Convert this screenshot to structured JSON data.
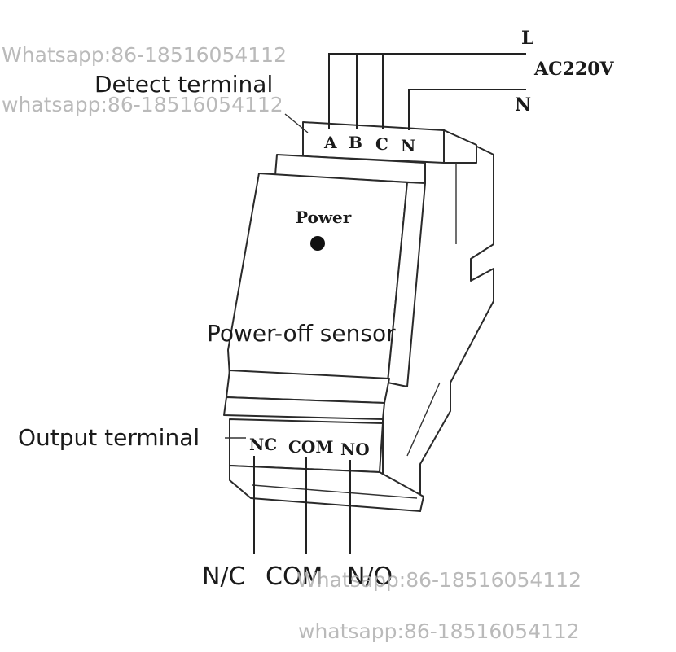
{
  "labels": {
    "detect_terminal": "Detect terminal",
    "power_off_sensor": "Power-off sensor",
    "output_terminal": "Output terminal",
    "power": "Power",
    "supply_L": "L",
    "supply_voltage": "AC220V",
    "supply_N": "N"
  },
  "input_terminals": [
    "A",
    "B",
    "C",
    "N"
  ],
  "output_terminals": [
    "NC",
    "COM",
    "NO"
  ],
  "output_wires": [
    "N/C",
    "COM",
    "N/O"
  ],
  "watermarks": [
    "Whatsapp:86-18516054112",
    "whatsapp:86-18516054112",
    "Whatsapp:86-18516054112",
    "whatsapp:86-18516054112"
  ]
}
